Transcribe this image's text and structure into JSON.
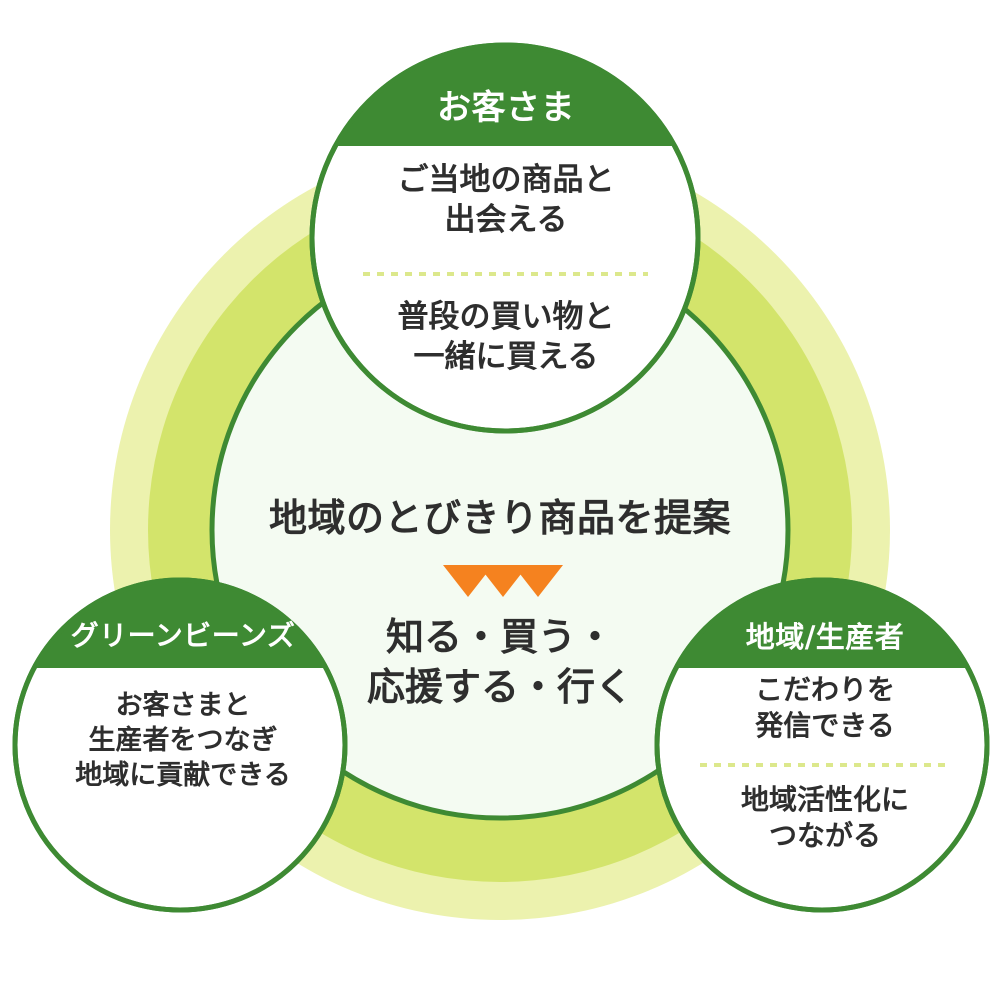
{
  "diagram": {
    "type": "venn-triad-cycle",
    "colors": {
      "header_green": "#3E8A33",
      "circle_stroke": "#3E8A33",
      "ring_outer": "#E9F0A8",
      "ring_inner": "#D3E46B",
      "center_fill": "#F4FBF2",
      "node_fill": "#FFFFFF",
      "text_dark": "#2E2E2E",
      "text_light": "#FFFFFF",
      "accent_orange": "#F5821F",
      "divider": "#DCE88C"
    },
    "center": {
      "headline": "地域のとびきり商品を提案",
      "arrows": [
        "▼",
        "▼",
        "▼"
      ],
      "subline": "知る・買う・\n応援する・行く"
    },
    "nodes": [
      {
        "id": "customer",
        "title": "お客さま",
        "lines": [
          "ご当地の商品と\n出会える",
          "普段の買い物と\n一緒に買える"
        ],
        "has_divider": true
      },
      {
        "id": "green-beans",
        "title": "グリーンビーンズ",
        "lines": [
          "お客さまと\n生産者をつなぎ\n地域に貢献できる"
        ],
        "has_divider": false
      },
      {
        "id": "region-producer",
        "title": "地域/生産者",
        "lines": [
          "こだわりを\n発信できる",
          "地域活性化に\nつながる"
        ],
        "has_divider": true
      }
    ]
  }
}
